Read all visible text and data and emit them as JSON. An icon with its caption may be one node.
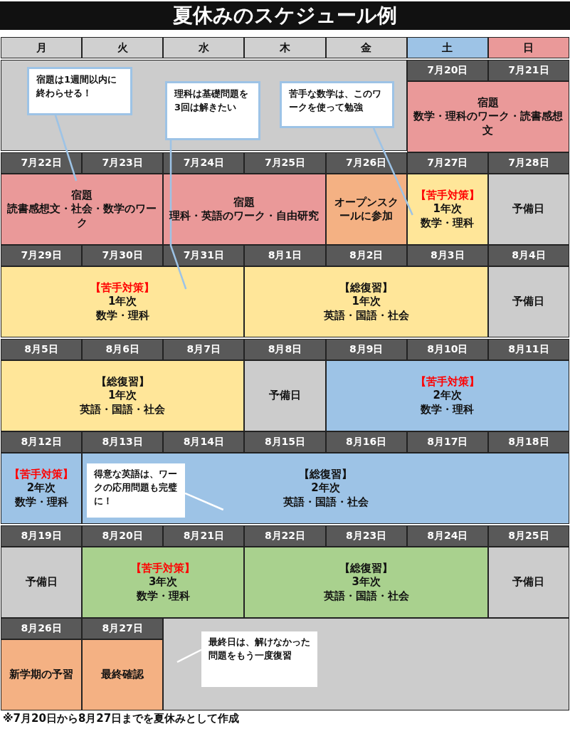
{
  "diagram": {
    "title": "夏休みのスケジュール例",
    "nodes": [
      {
        "text": [
          "宿題は1週間以内に終わらせる！"
        ]
      },
      {
        "text": [
          "理科は基礎問題を3回は解きたい"
        ]
      },
      {
        "text": [
          "苦手な数学は、このワークを使って勉強"
        ]
      },
      {
        "text": [
          "宿題",
          "数学・理科のワーク・読書感想文"
        ]
      },
      {
        "text": [
          "宿題",
          "読書感想文・社会・数学のワーク"
        ]
      },
      {
        "text": [
          "宿題",
          "理科・英語のワーク・自由研究"
        ]
      },
      {
        "text": [
          "オープンスクールに参加"
        ]
      },
      {
        "text": [
          "【苦手対策】",
          "1年次",
          "数学・理科"
        ]
      },
      {
        "text": [
          "予備日"
        ]
      },
      {
        "text": [
          "【苦手対策】",
          "1年次",
          "数学・理科"
        ]
      },
      {
        "text": [
          "【総復習】",
          "1年次",
          "英語・国語・社会"
        ]
      },
      {
        "text": [
          "予備日"
        ]
      },
      {
        "text": [
          "【総復習】",
          "1年次",
          "英語・国語・社会"
        ]
      },
      {
        "text": [
          "予備日"
        ]
      },
      {
        "text": [
          "【苦手対策】",
          "2年次",
          "数学・理科"
        ]
      },
      {
        "text": [
          "【苦手対策】",
          "2年次",
          "数学・理科"
        ]
      },
      {
        "text": [
          "【総復習】",
          "2年次",
          "英語・国語・社会"
        ]
      },
      {
        "text": [
          "得意な英語は、ワークの応用問題も完璧に！"
        ],
        "in": 16
      },
      {
        "text": [
          "予備日"
        ]
      },
      {
        "text": [
          "【苦手対策】",
          "3年次",
          "数学・理科"
        ]
      },
      {
        "text": [
          "【総復習】",
          "3年次",
          "英語・国語・社会"
        ]
      },
      {
        "text": [
          "予備日"
        ]
      },
      {
        "text": [
          "新学期の予習"
        ]
      },
      {
        "text": [
          "最終確認"
        ]
      },
      {
        "text": [
          "最終日は、解けなかった問題をもう一度復習"
        ]
      }
    ],
    "edges": [
      {
        "from": 0,
        "to": 4,
        "arrow": "none"
      },
      {
        "from": 1,
        "to": 9,
        "arrow": "none"
      },
      {
        "from": 2,
        "to": 7,
        "arrow": "none"
      },
      {
        "from": 17,
        "to": 16,
        "arrow": "none",
        "color": "#ffffff"
      },
      {
        "from": 24,
        "to": null,
        "arrow": "none",
        "color": "#ffffff"
      }
    ],
    "labels": [
      "月",
      "火",
      "水",
      "木",
      "金",
      "土",
      "日",
      "7月20日",
      "7月21日",
      "7月22日",
      "7月23日",
      "7月24日",
      "7月25日",
      "7月26日",
      "7月27日",
      "7月28日",
      "7月29日",
      "7月30日",
      "7月31日",
      "8月1日",
      "8月2日",
      "8月3日",
      "8月4日",
      "8月5日",
      "8月6日",
      "8月7日",
      "8月8日",
      "8月9日",
      "8月10日",
      "8月11日",
      "8月12日",
      "8月13日",
      "8月14日",
      "8月15日",
      "8月16日",
      "8月17日",
      "8月18日",
      "8月19日",
      "8月20日",
      "8月21日",
      "8月22日",
      "8月23日",
      "8月24日",
      "8月25日",
      "8月26日",
      "8月27日",
      "※7月20日から8月27日までを夏休みとして作成"
    ]
  }
}
